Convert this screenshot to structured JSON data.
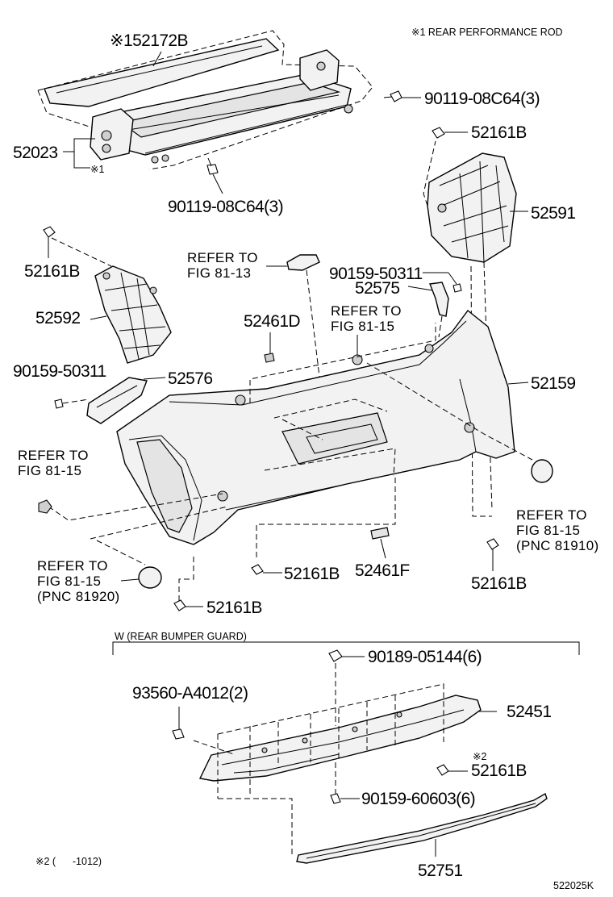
{
  "notes": {
    "top_right": "※1 REAR PERFORMANCE ROD",
    "guard_title": "W (REAR BUMPER GUARD)",
    "footnote": "※2 (      -1012)",
    "figure_code": "522025K"
  },
  "labels": {
    "p52172B": "※152172B",
    "p52023": "52023",
    "m1": "※1",
    "p90119_top": "90119-08C64(3)",
    "p90119_bot": "90119-08C64(3)",
    "p52161B_tr": "52161B",
    "p52591": "52591",
    "p52161B_l": "52161B",
    "p52592": "52592",
    "ref81_13_a": "REFER TO",
    "ref81_13_b": "FIG 81-13",
    "p90159_r": "90159-50311",
    "p52575": "52575",
    "p52461D": "52461D",
    "ref81_15_m_a": "REFER TO",
    "ref81_15_m_b": "FIG 81-15",
    "p90159_l": "90159-50311",
    "p52576": "52576",
    "p52159": "52159",
    "ref81_15_l_a": "REFER TO",
    "ref81_15_l_b": "FIG 81-15",
    "ref81910_a": "REFER TO",
    "ref81910_b": "FIG 81-15",
    "ref81910_c": "(PNC 81910)",
    "ref81920_a": "REFER TO",
    "ref81920_b": "FIG 81-15",
    "ref81920_c": "(PNC 81920)",
    "p52161B_c": "52161B",
    "p52461F": "52461F",
    "p52161B_r": "52161B",
    "p52161B_bl": "52161B",
    "p90189": "90189-05144(6)",
    "p93560": "93560-A4012(2)",
    "p52451": "52451",
    "m2": "※2",
    "p52161B_g": "52161B",
    "p90159_6": "90159-60603(6)",
    "p52751": "52751"
  }
}
